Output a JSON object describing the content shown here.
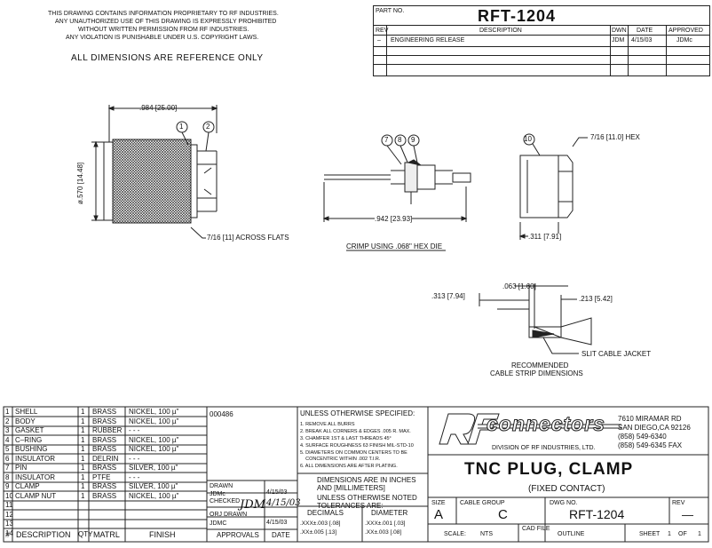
{
  "notice": [
    "THIS DRAWING CONTAINS INFORMATION PROPRIETARY TO RF INDUSTRIES.",
    "ANY UNAUTHORIZED USE OF THIS DRAWING IS EXPRESSLY PROHIBITED",
    "WITHOUT WRITTEN PERMISSION FROM RF INDUSTRIES.",
    "ANY VIOLATION IS PUNISHABLE UNDER U.S. COPYRIGHT LAWS."
  ],
  "reference_note": "ALL DIMENSIONS ARE REFERENCE ONLY",
  "revision_block": {
    "part_no_label": "PART NO.",
    "part_no": "RFT-1204",
    "headers": [
      "REV",
      "DESCRIPTION",
      "DWN",
      "DATE",
      "APPROVED"
    ],
    "rows": [
      [
        "–",
        "ENGINEERING RELEASE",
        "JDM",
        "4/15/03",
        "JDMc"
      ]
    ]
  },
  "drawing_labels": {
    "length": ".984 [25.00]",
    "diameter": "ø.570 [14.48]",
    "flats": "7/16 [11] ACROSS FLATS",
    "hex": "7/16 [11.0] HEX",
    "crimp_len": ".942 [23.93]",
    "crimp_note": "CRIMP USING .068\" HEX DIE",
    "hex_depth": ".311 [7.91]",
    "strip_a": ".063 [1.60]",
    "strip_b": ".313 [7.94]",
    "strip_c": ".213 [5.42]",
    "slit": "SLIT CABLE JACKET",
    "strip_title_1": "RECOMMENDED",
    "strip_title_2": "CABLE STRIP DIMENSIONS",
    "balloons": [
      "1",
      "2",
      "7",
      "8",
      "9",
      "10"
    ]
  },
  "bom": {
    "rows": [
      [
        "1",
        "SHELL",
        "1",
        "BRASS",
        "NICKEL, 100 µ\""
      ],
      [
        "2",
        "BODY",
        "1",
        "BRASS",
        "NICKEL, 100 µ\""
      ],
      [
        "3",
        "GASKET",
        "1",
        "RUBBER",
        "- - -"
      ],
      [
        "4",
        "C–RING",
        "1",
        "BRASS",
        "NICKEL, 100 µ\""
      ],
      [
        "5",
        "BUSHING",
        "1",
        "BRASS",
        "NICKEL, 100 µ\""
      ],
      [
        "6",
        "INSULATOR",
        "1",
        "DELRIN",
        "- - -"
      ],
      [
        "7",
        "PIN",
        "1",
        "BRASS",
        "SILVER, 100 µ\""
      ],
      [
        "8",
        "INSULATOR",
        "1",
        "PTFE",
        "- - -"
      ],
      [
        "9",
        "CLAMP",
        "1",
        "BRASS",
        "SILVER, 100 µ\""
      ],
      [
        "10",
        "CLAMP NUT",
        "1",
        "BRASS",
        "NICKEL, 100 µ\""
      ],
      [
        "11",
        "",
        "",
        "",
        ""
      ],
      [
        "12",
        "",
        "",
        "",
        ""
      ],
      [
        "13",
        "",
        "",
        "",
        ""
      ],
      [
        "14",
        "",
        "",
        "",
        ""
      ]
    ],
    "headers": [
      "#",
      "DESCRIPTION",
      "QTY",
      "MATRL",
      "FINISH"
    ]
  },
  "approvals": {
    "number": "000486",
    "drawn_label": "DRAWN",
    "drawn_name": "JDMc",
    "drawn_date": "4/15/03",
    "checked_label": "CHECKED",
    "checked_sig": "JDM",
    "checked_date": "4/15/03",
    "orj_label": "ORJ DRAWN",
    "orj_name": "JDMC",
    "orj_date": "4/15/03",
    "footer_approvals": "APPROVALS",
    "footer_date": "DATE"
  },
  "notes": {
    "title": "UNLESS OTHERWISE SPECIFIED:",
    "items": [
      "1. REMOVE ALL BURRS",
      "2. BREAK ALL CORNERS & EDGES .005 R. MAX.",
      "3. CHAMFER 1ST & LAST THREADS 45°",
      "4. SURFACE ROUGHNESS 63 FINISH MIL-STD-10",
      "5. DIAMETERS ON COMMON CENTERS TO BE",
      "    CONCENTRIC WITHIN .002 T.I.R.",
      "6. ALL DIMENSIONS ARE AFTER PLATING."
    ],
    "dims_1": "DIMENSIONS ARE IN INCHES",
    "dims_2": "AND [MILLIMETERS]",
    "tol_1": "UNLESS OTHERWISE NOTED",
    "tol_2": "TOLERANCES ARE:",
    "decimals_label": "DECIMALS",
    "diameter_label": "DIAMETER",
    "dec_1": ".XXX±.003 [.08]",
    "dec_2": ".XX±.005 [.13]",
    "dia_1": ".XXX±.001 [.03]",
    "dia_2": ".XX±.003 [.08]"
  },
  "title_block": {
    "logo_text": "RF",
    "logo_word": "connectors",
    "division": "DIVISION OF RF INDUSTRIES, LTD.",
    "address": [
      "7610 MIRAMAR RD",
      "SAN DIEGO,CA 92126",
      "(858) 549-6340",
      "(858) 549-6345 FAX"
    ],
    "title": "TNC PLUG, CLAMP",
    "subtitle": "(FIXED CONTACT)",
    "size_label": "SIZE",
    "size": "A",
    "cable_group_label": "CABLE GROUP",
    "cable_group": "C",
    "dwg_no_label": "DWG NO.",
    "dwg_no": "RFT-1204",
    "rev_label": "REV",
    "rev": "—",
    "scale_label": "SCALE:",
    "scale": "NTS",
    "cad_label": "CAD FILE",
    "cad": "OUTLINE",
    "sheet_label": "SHEET",
    "sheet": "1",
    "of_label": "OF",
    "of": "1"
  }
}
